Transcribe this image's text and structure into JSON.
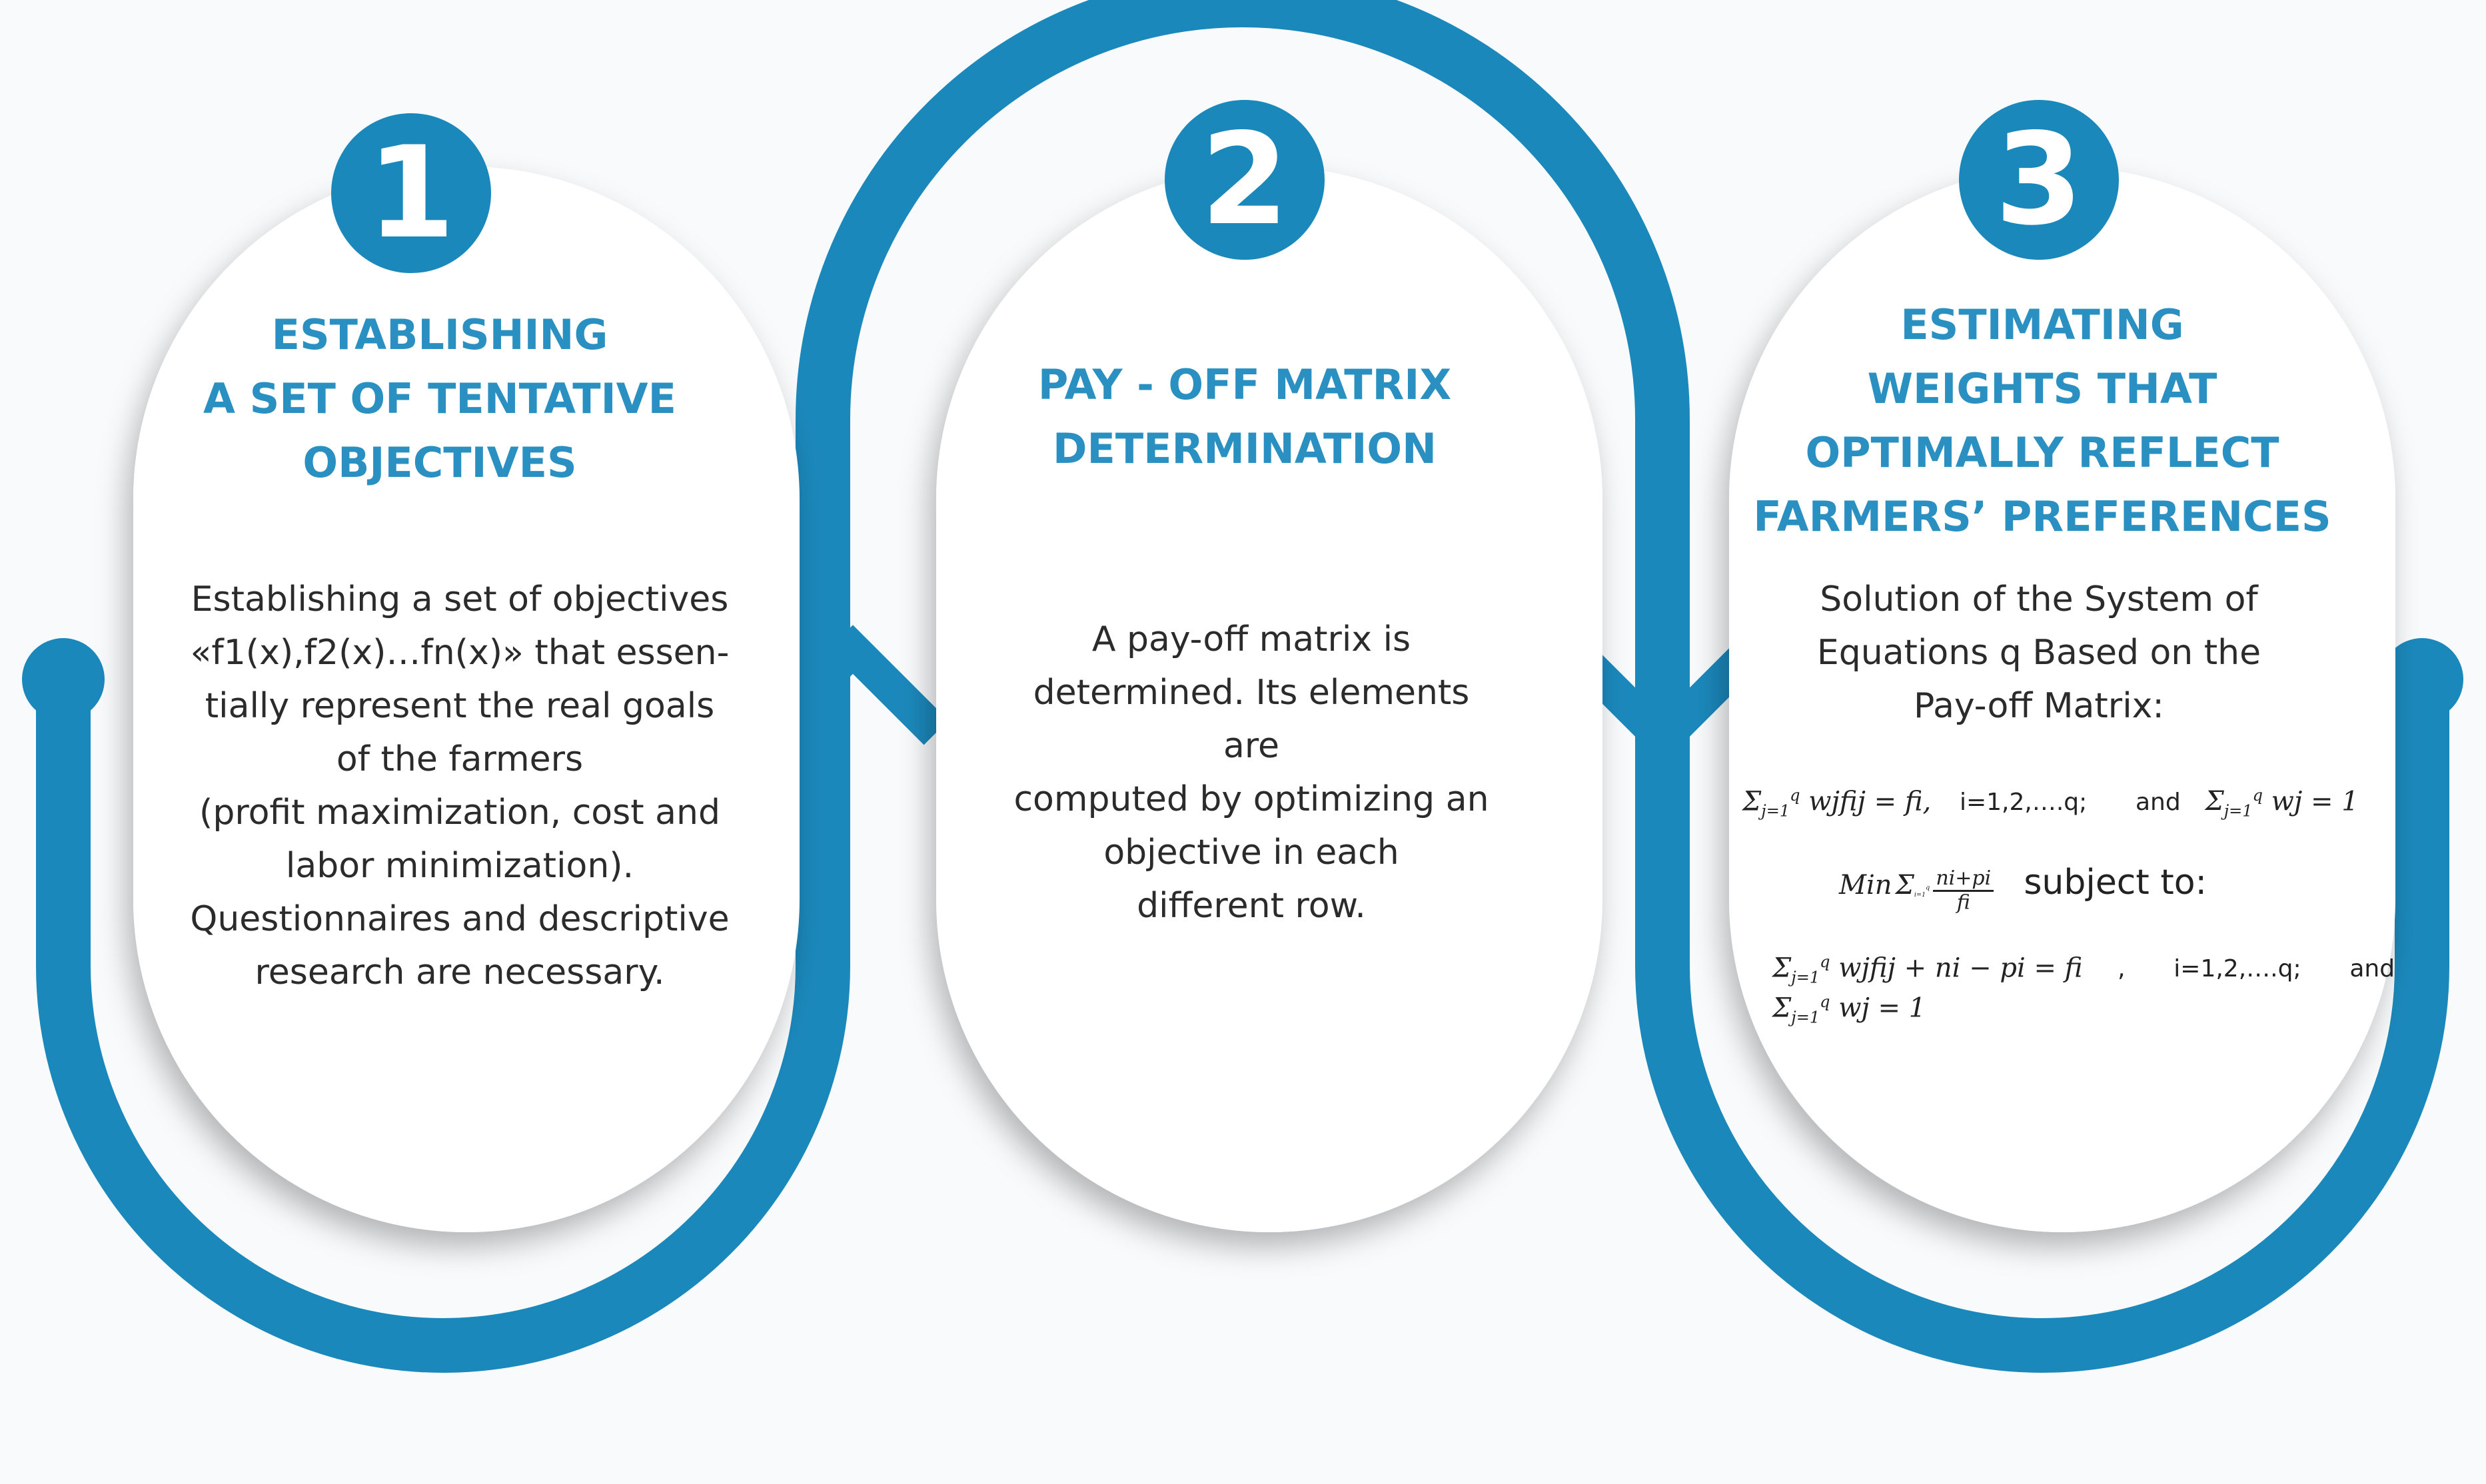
{
  "colors": {
    "accent": "#1b88bb",
    "title": "#2a8fc1",
    "text": "#2b2b2b",
    "card": "#ffffff",
    "background": "#f8fafc"
  },
  "steps": [
    {
      "number": "1",
      "title_lines": [
        "ESTABLISHING",
        "A SET OF TENTATIVE",
        "OBJECTIVES"
      ],
      "description_lines": [
        "Establishing a set of objectives",
        "«f1(x),f2(x)…fn(x)» that essen-",
        "tially represent the real goals",
        "of the farmers",
        "(profit maximization, cost and",
        "labor minimization).",
        "Questionnaires and descriptive",
        "research are necessary."
      ]
    },
    {
      "number": "2",
      "title_lines": [
        "PAY - OFF MATRIX",
        "DETERMINATION"
      ],
      "description_lines": [
        "A pay-off matrix is",
        "determined. Its elements",
        "are",
        "computed by optimizing an",
        "objective in each",
        "different row."
      ]
    },
    {
      "number": "3",
      "title_lines": [
        "ESTIMATING",
        "WEIGHTS THAT",
        "OPTIMALLY REFLECT",
        "FARMERS’ PREFERENCES"
      ],
      "description_lines": [
        "Solution of the System of",
        "Equations q Based on the",
        "Pay-off Matrix:"
      ],
      "equations": {
        "eq1_body": "wjfij = fi,",
        "eq1_range": "i=1,2,….q;",
        "eq1_and": "and",
        "eq1_weights": "wj = 1",
        "min_label": "Min",
        "frac_num": "ni+pi",
        "frac_den": "fi",
        "subject_to": "subject to:",
        "eq2_body": "wjfij + ni − pi = fi",
        "eq2_comma": ",",
        "eq2_range": "i=1,2,….q;",
        "eq2_and": "and",
        "eq3_body": "wj = 1",
        "sum_symbol": "Σ",
        "sub_j": "j=1",
        "sub_i": "i=1",
        "sup_q": "q"
      }
    }
  ]
}
